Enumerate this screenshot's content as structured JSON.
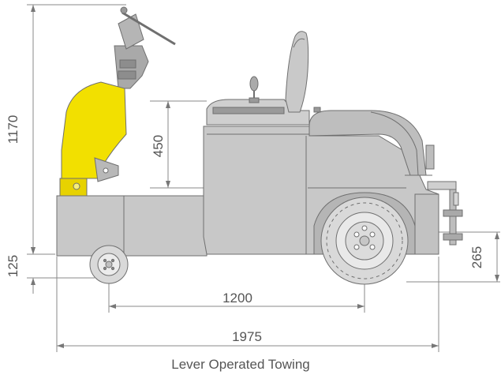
{
  "caption": "Lever Operated Towing",
  "dimensions": {
    "overall_height": "1170",
    "ground_clearance": "125",
    "seat_height": "450",
    "hitch_height": "265",
    "wheelbase": "1200",
    "overall_length": "1975"
  },
  "colors": {
    "body": "#c8c8c8",
    "body_dark": "#a9a9a9",
    "outline": "#6f6f6f",
    "accent": "#f2e000",
    "tire": "#d9d9d9",
    "dim_line": "#777777",
    "text": "#555555"
  }
}
